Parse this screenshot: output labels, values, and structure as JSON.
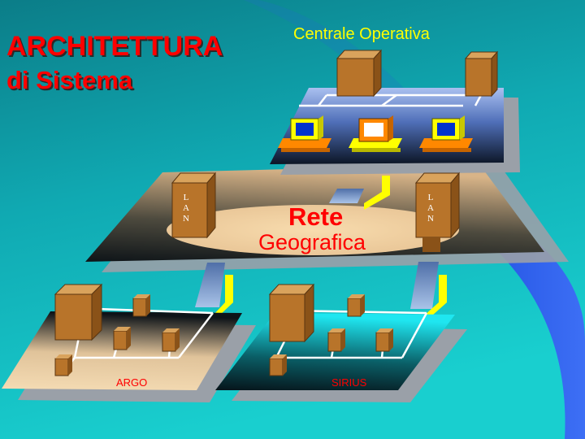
{
  "title": {
    "line1": "ARCHITETTURA",
    "line2": "di Sistema"
  },
  "centrale": {
    "label": "Centrale Operativa"
  },
  "network": {
    "line1": "Rete",
    "line2": "Geografica"
  },
  "lan": {
    "letters": [
      "L",
      "A",
      "N"
    ]
  },
  "sites": {
    "argo": "ARGO",
    "sirius": "SIRIUS"
  },
  "colors": {
    "title": "#ff0000",
    "background_top": "#0a7f8c",
    "background_bottom": "#15c7c7",
    "accent_blue": "#2f5fe0",
    "server_brown": "#b8742a",
    "link_yellow": "#ffff00",
    "label_yellow": "#ffff00",
    "network_ellipse": "#f0d0a0"
  }
}
